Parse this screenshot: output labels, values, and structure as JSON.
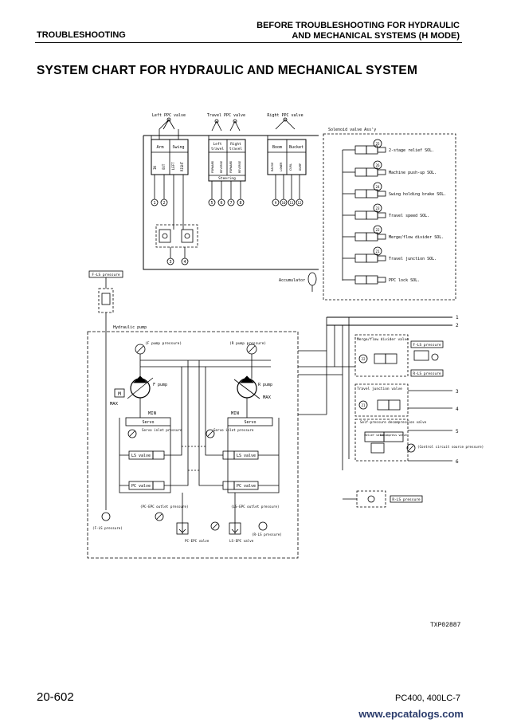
{
  "header": {
    "section": "TROUBLESHOOTING",
    "chapter_line1": "BEFORE TROUBLESHOOTING FOR HYDRAULIC",
    "chapter_line2": "AND MECHANICAL SYSTEMS (H MODE)"
  },
  "title": "SYSTEM CHART FOR HYDRAULIC AND MECHANICAL SYSTEM",
  "diagram": {
    "ppc_left": {
      "label": "Left PPC valve",
      "col1": "Arm",
      "col2": "Swing",
      "spools": [
        "IN",
        "OUT",
        "LEFT",
        "RIGHT"
      ],
      "ports": [
        "1",
        "2"
      ]
    },
    "ppc_travel": {
      "label": "Travel PPC valve",
      "col1": "Left travel",
      "col2": "Right travel",
      "spools": [
        "FORWARD",
        "REVERSE",
        "FORWARD",
        "REVERSE"
      ],
      "steering": "Steering",
      "ports": [
        "5",
        "6",
        "7",
        "8"
      ]
    },
    "ppc_right": {
      "label": "Right PPC valve",
      "col1": "Boom",
      "col2": "Bucket",
      "spools": [
        "RAISE",
        "LOWER",
        "CURL",
        "DUMP"
      ],
      "ports": [
        "9",
        "10",
        "11",
        "12"
      ]
    },
    "shuttle_ports": [
      "3",
      "4"
    ],
    "solenoid_assy_label": "Solenoid valve Ass'y",
    "solenoids": [
      {
        "num": "25",
        "label": "2-stage relief SOL."
      },
      {
        "num": "26",
        "label": "Machine push-up SOL."
      },
      {
        "num": "24",
        "label": "Swing holding brake SOL."
      },
      {
        "num": "23",
        "label": "Travel speed SOL."
      },
      {
        "num": "22",
        "label": "Merge/flow divider SOL."
      },
      {
        "num": "21",
        "label": "Travel junction SOL."
      },
      {
        "num": "",
        "label": "PPC lock SOL."
      }
    ],
    "accumulator": "Accumulator",
    "f_ls_top": "F-LS pressure",
    "hydraulic_pump": "Hydraulic pump",
    "f_pump_pressure": "(F pump pressure)",
    "r_pump_pressure": "(R pump pressure)",
    "f_pump": "F pump",
    "r_pump": "R pump",
    "max": "MAX",
    "min": "MIN",
    "m": "M",
    "servo": "Servo",
    "servo_inlet": "Servo inlet pressure",
    "ls_valve": "LS valve",
    "pc_valve": "PC valve",
    "pc_epc_outlet": "(PC-EPC outlet pressure)",
    "ls_epc_outlet": "(LS-EPC outlet pressure)",
    "pc_epc_valve": "PC-EPC valve",
    "ls_epc_valve": "LS-EPC valve",
    "f_ls_bottom": "(F-LS pressure)",
    "r_ls_bottom": "(R-LS pressure)",
    "merge_divider": "Merge/flow divider valve",
    "merge_num": "22",
    "f_ls_right": "F-LS pressure",
    "r_ls_right": "R-LS pressure",
    "travel_junction": "Travel junction valve",
    "travel_junction_num": "21",
    "self_pressure": "Self-pressure decompression valve",
    "relief_valve": "Relief valve",
    "decompress_valve": "Decompress valve",
    "control_circuit": "(Control circuit source pressure)",
    "r_ls_pressure": "R-LS pressure",
    "right_numbers": [
      "1",
      "2",
      "3",
      "4",
      "5",
      "6"
    ]
  },
  "figure_id": "TXP02887",
  "footer": {
    "page": "20-602",
    "model": "PC400, 400LC-7",
    "watermark": "www.epcatalogs.com"
  }
}
